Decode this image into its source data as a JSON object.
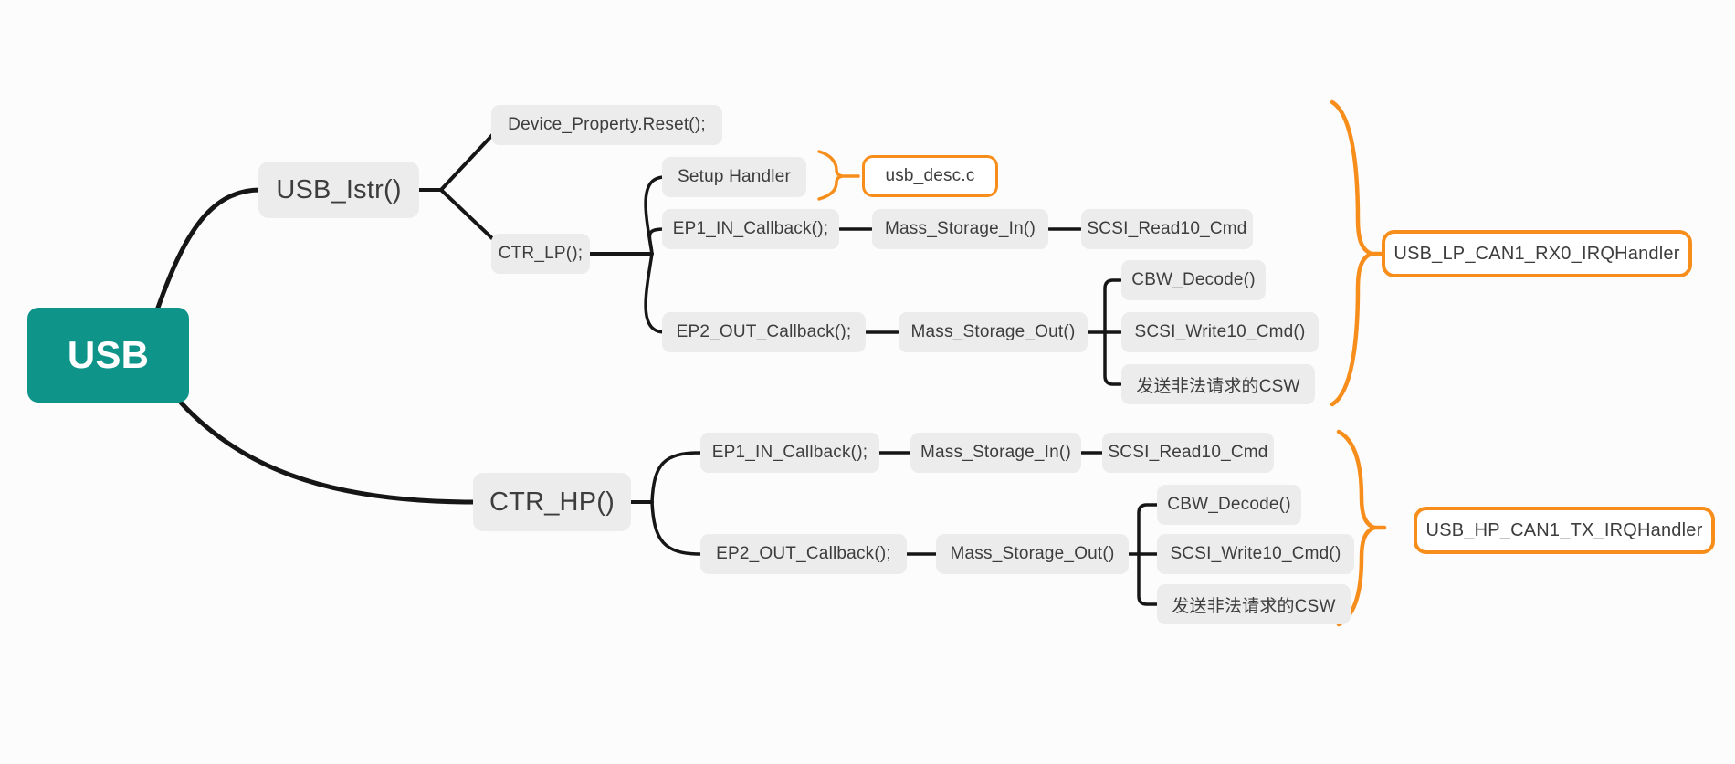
{
  "colors": {
    "root_fill": "#0e9488",
    "node_fill": "#ececec",
    "accent_orange": "#f78e1c",
    "line_black": "#161616",
    "text_dark": "#3d3d3d",
    "root_text": "#ffffff",
    "background": "#fcfcfc"
  },
  "mindmap": {
    "root_label": "USB",
    "lp": {
      "node": "USB_Istr()",
      "reset": "Device_Property.Reset();",
      "ctr": "CTR_LP();",
      "setup": "Setup Handler",
      "usb_desc": "usb_desc.c",
      "ep1": "EP1_IN_Callback();",
      "mass_in": "Mass_Storage_In()",
      "scsi_read": "SCSI_Read10_Cmd",
      "ep2": "EP2_OUT_Callback();",
      "mass_out": "Mass_Storage_Out()",
      "cbw": "CBW_Decode()",
      "scsi_write": "SCSI_Write10_Cmd()",
      "csw": "发送非法请求的CSW",
      "summary": "USB_LP_CAN1_RX0_IRQHandler"
    },
    "hp": {
      "node": "CTR_HP()",
      "ep1": "EP1_IN_Callback();",
      "mass_in": "Mass_Storage_In()",
      "scsi_read": "SCSI_Read10_Cmd",
      "ep2": "EP2_OUT_Callback();",
      "mass_out": "Mass_Storage_Out()",
      "cbw": "CBW_Decode()",
      "scsi_write": "SCSI_Write10_Cmd()",
      "csw": "发送非法请求的CSW",
      "summary": "USB_HP_CAN1_TX_IRQHandler"
    }
  }
}
